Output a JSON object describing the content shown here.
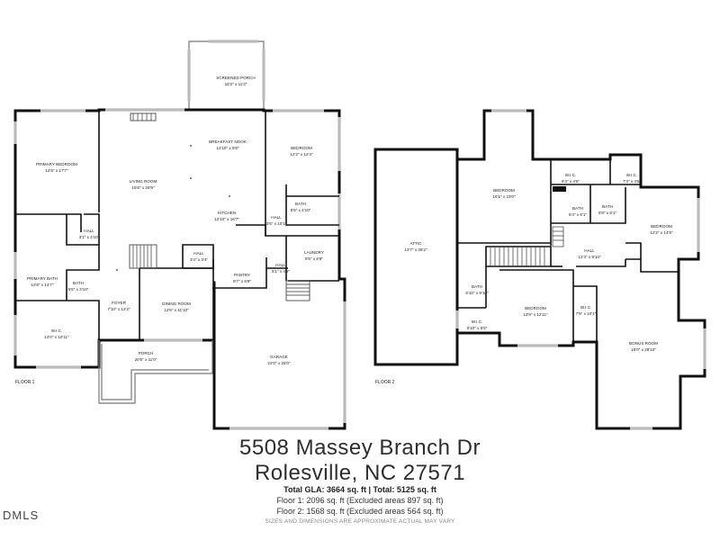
{
  "rooms": {
    "screened_porch": {
      "name": "SCREENED PORCH",
      "dims": "15'2\" x 11'3\""
    },
    "breakfast_nook": {
      "name": "BREAKFAST NOOK",
      "dims": "12'10\" x 9'8\""
    },
    "primary_bedroom": {
      "name": "PRIMARY BEDROOM",
      "dims": "14'6\" x 17'7\""
    },
    "living_room": {
      "name": "LIVING ROOM",
      "dims": "15'6\" x 26'9\""
    },
    "bedroom1": {
      "name": "BEDROOM",
      "dims": "12'2\" x 12'4\""
    },
    "bath1": {
      "name": "BATH",
      "dims": "8'5\" x 4'10\""
    },
    "kitchen": {
      "name": "KITCHEN",
      "dims": "12'10\" x 16'7\""
    },
    "hall1": {
      "name": "HALL",
      "dims": "3'5\" x 10'1\""
    },
    "hall2": {
      "name": "HALL",
      "dims": "3'1\" x 4'10\""
    },
    "laundry": {
      "name": "LAUNDRY",
      "dims": "8'5\" x 6'8\""
    },
    "hall3": {
      "name": "HALL",
      "dims": "3'4\" x 3'4\""
    },
    "pantry": {
      "name": "PANTRY",
      "dims": "8'7\" x 6'8\""
    },
    "hall4": {
      "name": "HALL",
      "dims": "5'1\" x 4'9\""
    },
    "primary_bath": {
      "name": "PRIMARY BATH",
      "dims": "12'8\" x 14'7\""
    },
    "bath2": {
      "name": "BATH",
      "dims": "5'5\" x 3'10\""
    },
    "foyer": {
      "name": "FOYER",
      "dims": "7'10\" x 12'2\""
    },
    "dining_room": {
      "name": "DINING ROOM",
      "dims": "12'6\" x 11'10\""
    },
    "wic1": {
      "name": "W.I.C.",
      "dims": "14'0\" x 10'11\""
    },
    "porch": {
      "name": "PORCH",
      "dims": "20'6\" x 11'0\""
    },
    "garage": {
      "name": "GARAGE",
      "dims": "22'0\" x 25'0\""
    },
    "attic": {
      "name": "ATTIC",
      "dims": "13'7\" x 36'2\""
    },
    "bedroom2": {
      "name": "BEDROOM",
      "dims": "16'1\" x 23'0\""
    },
    "wic2": {
      "name": "W.I.C.",
      "dims": "6'4\" x 4'5\""
    },
    "wic3": {
      "name": "W.I.C.",
      "dims": "7'3\" x 4'5\""
    },
    "bath3": {
      "name": "BATH",
      "dims": "6'4\" x 6'1\""
    },
    "bath4": {
      "name": "BATH",
      "dims": "5'8\" x 6'1\""
    },
    "bedroom3": {
      "name": "BEDROOM",
      "dims": "12'2\" x 14'9\""
    },
    "hall5": {
      "name": "HALL",
      "dims": "12'4\" x 9'10\""
    },
    "bath5": {
      "name": "BATH",
      "dims": "6'10\" x 9'10\""
    },
    "bedroom4": {
      "name": "BEDROOM",
      "dims": "12'9\" x 12'11\""
    },
    "wic4": {
      "name": "W.I.C.",
      "dims": "7'9\" x 10'1\""
    },
    "wic5": {
      "name": "W.I.C.",
      "dims": "6'10\" x 5'5\""
    },
    "bonus_room": {
      "name": "BONUS ROOM",
      "dims": "18'0\" x 28'10\""
    }
  },
  "floors": {
    "floor1": "FLOOR 1",
    "floor2": "FLOOR 2"
  },
  "footer": {
    "address_line1": "5508 Massey Branch Dr",
    "address_line2": "Rolesville, NC  27571",
    "totals": "Total GLA: 3664 sq. ft | Total: 5125 sq. ft",
    "floor1_area": "Floor 1: 2096 sq. ft (Excluded areas 897 sq. ft)",
    "floor2_area": "Floor 2: 1568 sq. ft (Excluded areas 564 sq. ft)",
    "disclaimer": "SIZES AND DIMENSIONS ARE APPROXIMATE ACTUAL MAY VARY"
  },
  "logo_text": "DMLS",
  "colors": {
    "wall": "#111111",
    "window": "#bbbbbb",
    "text": "#222222"
  }
}
